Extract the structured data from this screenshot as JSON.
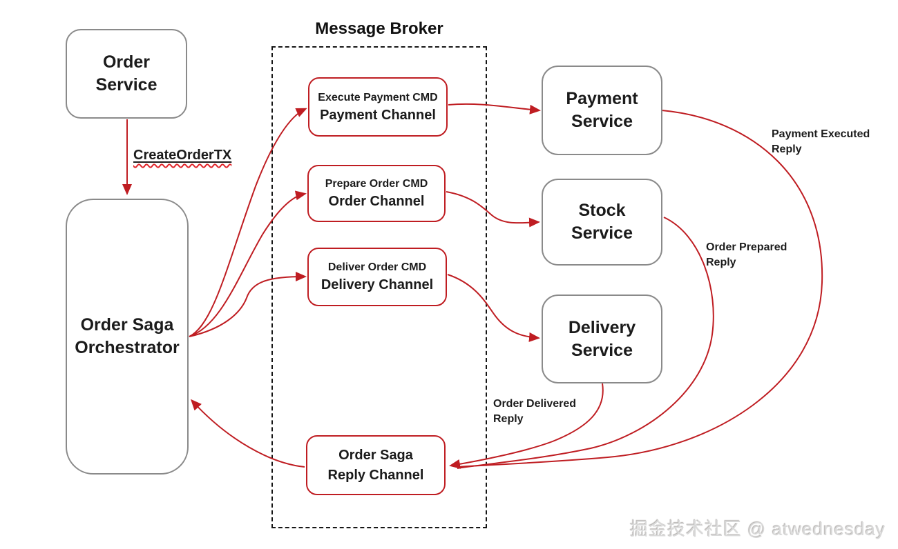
{
  "broker": {
    "title": "Message Broker"
  },
  "nodes": {
    "order_service": {
      "line1": "Order",
      "line2": "Service"
    },
    "orchestrator": {
      "line1": "Order Saga",
      "line2": "Orchestrator"
    },
    "payment_channel": {
      "line1": "Execute Payment CMD",
      "line2": "Payment Channel"
    },
    "order_channel": {
      "line1": "Prepare Order CMD",
      "line2": "Order Channel"
    },
    "delivery_channel": {
      "line1": "Deliver Order CMD",
      "line2": "Delivery Channel"
    },
    "reply_channel": {
      "line1": "Order Saga",
      "line2": "Reply Channel"
    },
    "payment_service": {
      "line1": "Payment",
      "line2": "Service"
    },
    "stock_service": {
      "line1": "Stock",
      "line2": "Service"
    },
    "delivery_service": {
      "line1": "Delivery",
      "line2": "Service"
    }
  },
  "edge_labels": {
    "create_order": "CreateOrderTX",
    "payment_executed": {
      "line1": "Payment Executed",
      "line2": "Reply"
    },
    "order_prepared": {
      "line1": "Order Prepared",
      "line2": "Reply"
    },
    "order_delivered": {
      "line1": "Order Delivered",
      "line2": "Reply"
    }
  },
  "watermark": "掘金技术社区 @ atwednesday",
  "colors": {
    "arrow_red": "#bf1d22",
    "gray_border": "#8a8a8a",
    "dashed_border": "#161616",
    "text": "#1c1c1c",
    "watermark_gray": "#d9d9d9"
  }
}
